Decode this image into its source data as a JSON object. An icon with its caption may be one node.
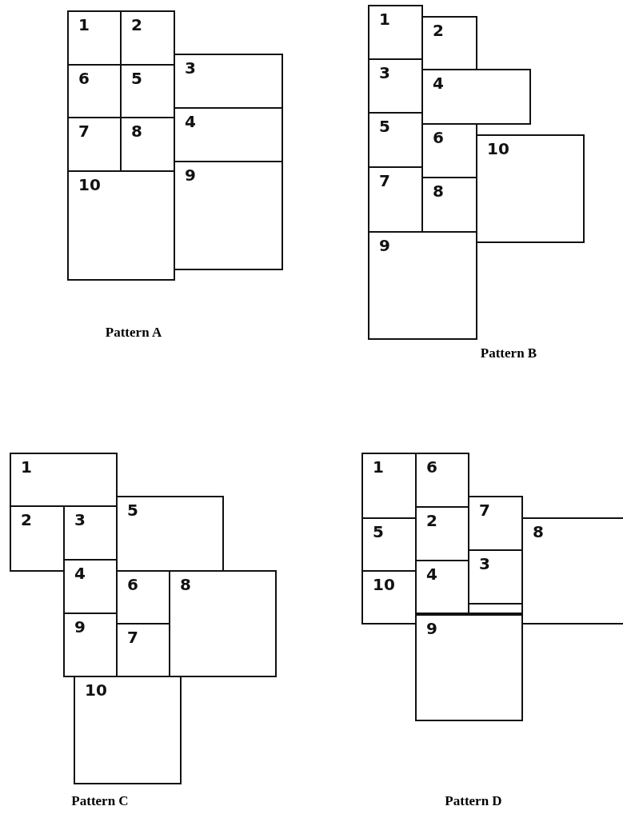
{
  "diagram": {
    "nodes": [
      {
        "text": [
          "1"
        ]
      },
      {
        "text": [
          "2"
        ]
      },
      {
        "text": [
          "3"
        ]
      },
      {
        "text": [
          "4"
        ]
      },
      {
        "text": [
          "5"
        ]
      },
      {
        "text": [
          "6"
        ]
      },
      {
        "text": [
          "7"
        ]
      },
      {
        "text": [
          "8"
        ]
      },
      {
        "text": [
          "9"
        ]
      },
      {
        "text": [
          "10"
        ]
      },
      {
        "text": [
          "1"
        ]
      },
      {
        "text": [
          "2"
        ]
      },
      {
        "text": [
          "3"
        ]
      },
      {
        "text": [
          "4"
        ]
      },
      {
        "text": [
          "5"
        ]
      },
      {
        "text": [
          "6"
        ]
      },
      {
        "text": [
          "7"
        ]
      },
      {
        "text": [
          "8"
        ]
      },
      {
        "text": [
          "9"
        ]
      },
      {
        "text": [
          "10"
        ]
      },
      {
        "text": [
          "1"
        ]
      },
      {
        "text": [
          "2"
        ]
      },
      {
        "text": [
          "3"
        ]
      },
      {
        "text": [
          "4"
        ]
      },
      {
        "text": [
          "5"
        ]
      },
      {
        "text": [
          "6"
        ]
      },
      {
        "text": [
          "7"
        ]
      },
      {
        "text": [
          "8"
        ]
      },
      {
        "text": [
          "9"
        ]
      },
      {
        "text": [
          "10"
        ]
      },
      {
        "text": [
          "1"
        ]
      },
      {
        "text": [
          "2"
        ]
      },
      {
        "text": [
          "3"
        ]
      },
      {
        "text": [],
        "shape": "box"
      },
      {
        "text": [
          "4"
        ]
      },
      {
        "text": [
          "5"
        ]
      },
      {
        "text": [
          "6"
        ]
      },
      {
        "text": [
          "7"
        ]
      },
      {
        "text": [
          "8"
        ]
      },
      {
        "text": [
          "9"
        ]
      },
      {
        "text": [
          "10"
        ]
      }
    ],
    "labels": [
      "Pattern A",
      "Pattern B",
      "Pattern C",
      "Pattern D"
    ]
  }
}
